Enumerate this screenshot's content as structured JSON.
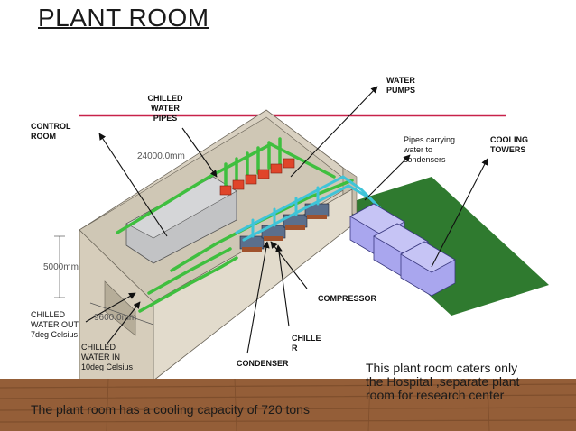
{
  "title": "PLANT ROOM",
  "labels": {
    "chilled_water_pipes": "CHILLED WATER PIPES",
    "control_room": "CONTROL ROOM",
    "water_pumps": "WATER PUMPS",
    "pipes_carrying": "Pipes carrying water to condensers",
    "cooling_towers": "COOLING TOWERS",
    "dim_length": "24000.0mm",
    "dim_height": "5000mm",
    "dim_width": "9600.0mm",
    "chilled_water_out": "CHILLED WATER OUT 7deg Celsius",
    "chilled_water_in": "CHILLED WATER IN 10deg Celsius",
    "compressor": "COMPRESSOR",
    "chiller": "CHILLE R",
    "condenser": "CONDENSER"
  },
  "captions": {
    "capacity": "The plant room has a cooling capacity of 720 tons",
    "hospital": "This plant room caters only the Hospital ,separate plant room for research center"
  },
  "colors": {
    "background": "#ffffff",
    "title_text": "#1a1a1a",
    "red_line": "#c8224a",
    "wall_beige": "#dcd4c4",
    "floor_wall_dark": "#bfb6a4",
    "control_room": "#c9cacc",
    "chilled_pipe": "#3fbf3f",
    "condenser_pipe": "#3fc4d8",
    "pump_red": "#e0452a",
    "cooling_tower": "#a9a6ee",
    "lawn": "#2f7a2f",
    "wood_floor": "#9a5f35"
  }
}
